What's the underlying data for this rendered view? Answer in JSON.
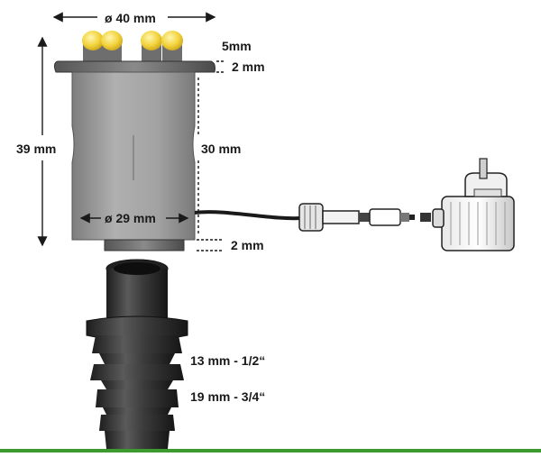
{
  "diagram": {
    "dimensions": {
      "top_width": "ø 40 mm",
      "led_height": "5mm",
      "flange_thickness": "2 mm",
      "total_height": "39 mm",
      "body_height": "30 mm",
      "body_diameter": "ø 29 mm",
      "base_thickness": "2 mm"
    },
    "hose_adapter": {
      "size_small": "13 mm - 1/2“",
      "size_large": "19 mm - 3/4“"
    },
    "colors": {
      "led": "#f2d23a",
      "body": "#9c9c9c",
      "dark": "#2e2e2e",
      "accent_bar": "#3d9a2f"
    }
  }
}
